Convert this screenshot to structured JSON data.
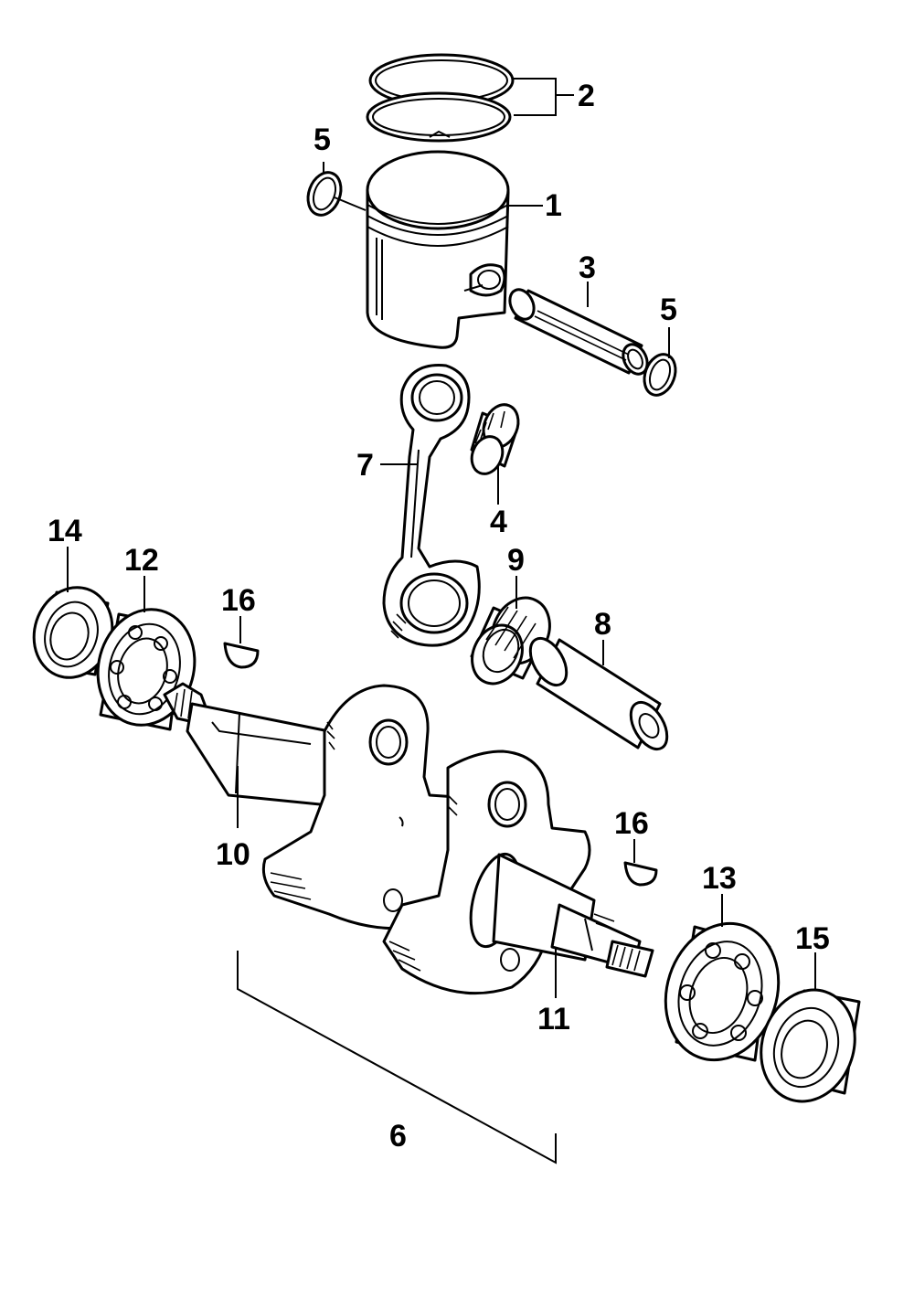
{
  "callouts": {
    "c1": "1",
    "c2": "2",
    "c3": "3",
    "c4": "4",
    "c5a": "5",
    "c5b": "5",
    "c6": "6",
    "c7": "7",
    "c8": "8",
    "c9": "9",
    "c10": "10",
    "c11": "11",
    "c12": "12",
    "c13": "13",
    "c14": "14",
    "c15": "15",
    "c16a": "16",
    "c16b": "16"
  }
}
